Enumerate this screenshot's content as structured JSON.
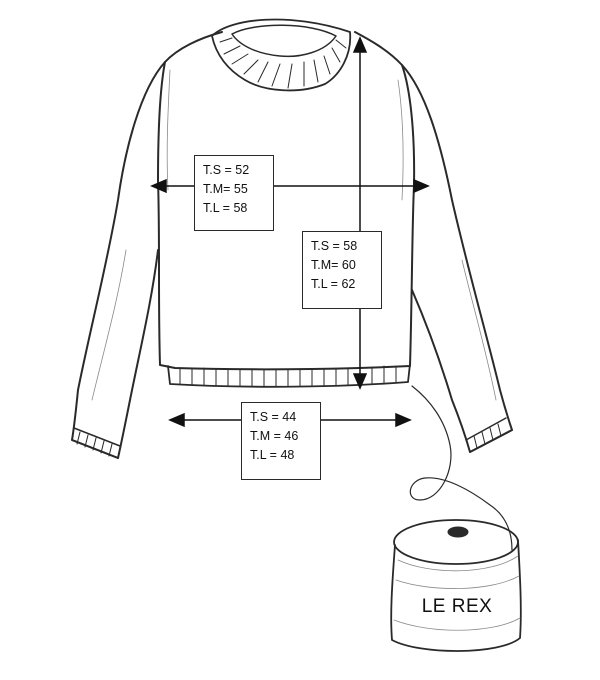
{
  "measurements": {
    "chest": {
      "ts": "T.S = 52",
      "tm": "T.M= 55",
      "tl": "T.L = 58"
    },
    "length": {
      "ts": "T.S = 58",
      "tm": "T.M= 60",
      "tl": "T.L = 62"
    },
    "hem": {
      "ts": "T.S = 44",
      "tm": "T.M = 46",
      "tl": "T.L = 48"
    }
  },
  "yarn": {
    "brand": "LE REX"
  },
  "colors": {
    "ink": "#2a2a2a",
    "background": "#ffffff"
  }
}
